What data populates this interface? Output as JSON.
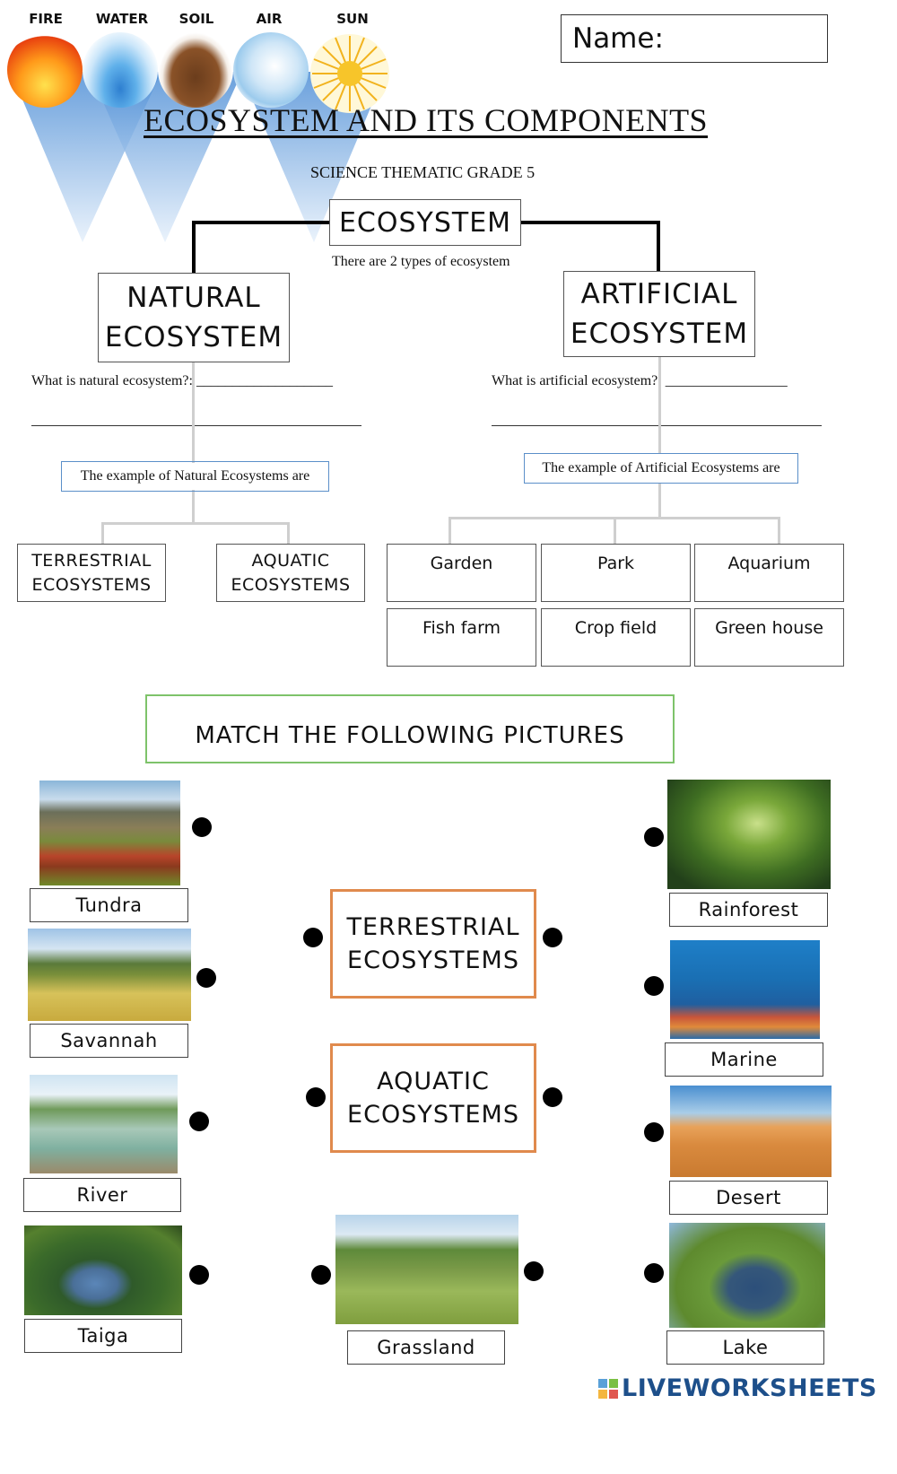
{
  "elements": [
    {
      "label": "FIRE"
    },
    {
      "label": "WATER"
    },
    {
      "label": "SOIL"
    },
    {
      "label": "AIR"
    },
    {
      "label": "SUN"
    }
  ],
  "name_field": {
    "label": "Name:"
  },
  "title": "ECOSYSTEM AND ITS COMPONENTS",
  "subtitle": "SCIENCE THEMATIC GRADE 5",
  "ecosystem": {
    "heading": "ECOSYSTEM",
    "note": "There are 2 types of ecosystem"
  },
  "natural": {
    "line1": "NATURAL",
    "line2": "ECOSYSTEM",
    "question": "What is natural ecosystem?: ___________________",
    "example_label": "The example of Natural Ecosystems are",
    "types": [
      {
        "line1": "TERRESTRIAL",
        "line2": "ECOSYSTEMS"
      },
      {
        "line1": "AQUATIC",
        "line2": "ECOSYSTEMS"
      }
    ]
  },
  "artificial": {
    "line1": "ARTIFICIAL",
    "line2": "ECOSYSTEM",
    "question": "What is artificial ecosystem?: _________________",
    "example_label": "The example of Artificial Ecosystems are",
    "examples": [
      "Garden",
      "Park",
      "Aquarium",
      "Fish farm",
      "Crop field",
      "Green house"
    ]
  },
  "match": {
    "heading": "MATCH THE FOLLOWING PICTURES",
    "left_items": [
      "Tundra",
      "Savannah",
      "River",
      "Taiga"
    ],
    "right_items": [
      "Rainforest",
      "Marine",
      "Desert",
      "Lake"
    ],
    "center_bottom": "Grassland",
    "center_boxes": [
      {
        "line1": "TERRESTRIAL",
        "line2": "ECOSYSTEMS"
      },
      {
        "line1": "AQUATIC",
        "line2": "ECOSYSTEMS"
      }
    ]
  },
  "brand": "LIVEWORKSHEETS"
}
